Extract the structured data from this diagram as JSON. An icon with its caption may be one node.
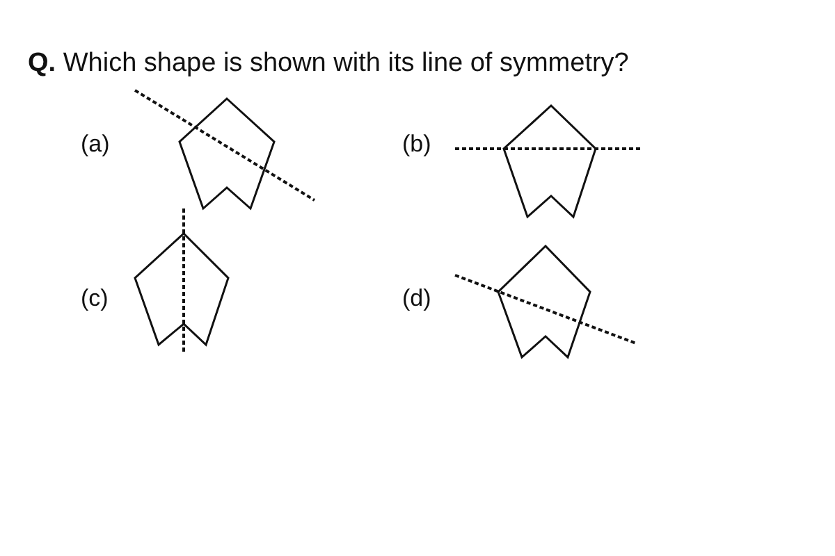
{
  "diagram": {
    "title": "**Q.** Which shape is shown with its line of symmetry?",
    "labels": [
      "(a)",
      "(b)",
      "(c)",
      "(d)"
    ]
  }
}
